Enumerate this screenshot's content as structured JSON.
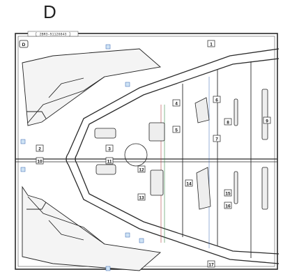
{
  "sheet_letter": "D",
  "frame_tag": "D",
  "frame_code": "[ 2BR3-51126843 ]",
  "part_numbers": [
    "1",
    "2",
    "3",
    "4",
    "5",
    "6",
    "7",
    "8",
    "9",
    "10",
    "11",
    "12",
    "13",
    "14",
    "15",
    "16",
    "17"
  ],
  "colors": {
    "line": "#2a2a2a",
    "background": "#ffffff",
    "accent_blue": "#3060b0",
    "accent_green": "#3a8a4a",
    "accent_red": "#b04040"
  }
}
